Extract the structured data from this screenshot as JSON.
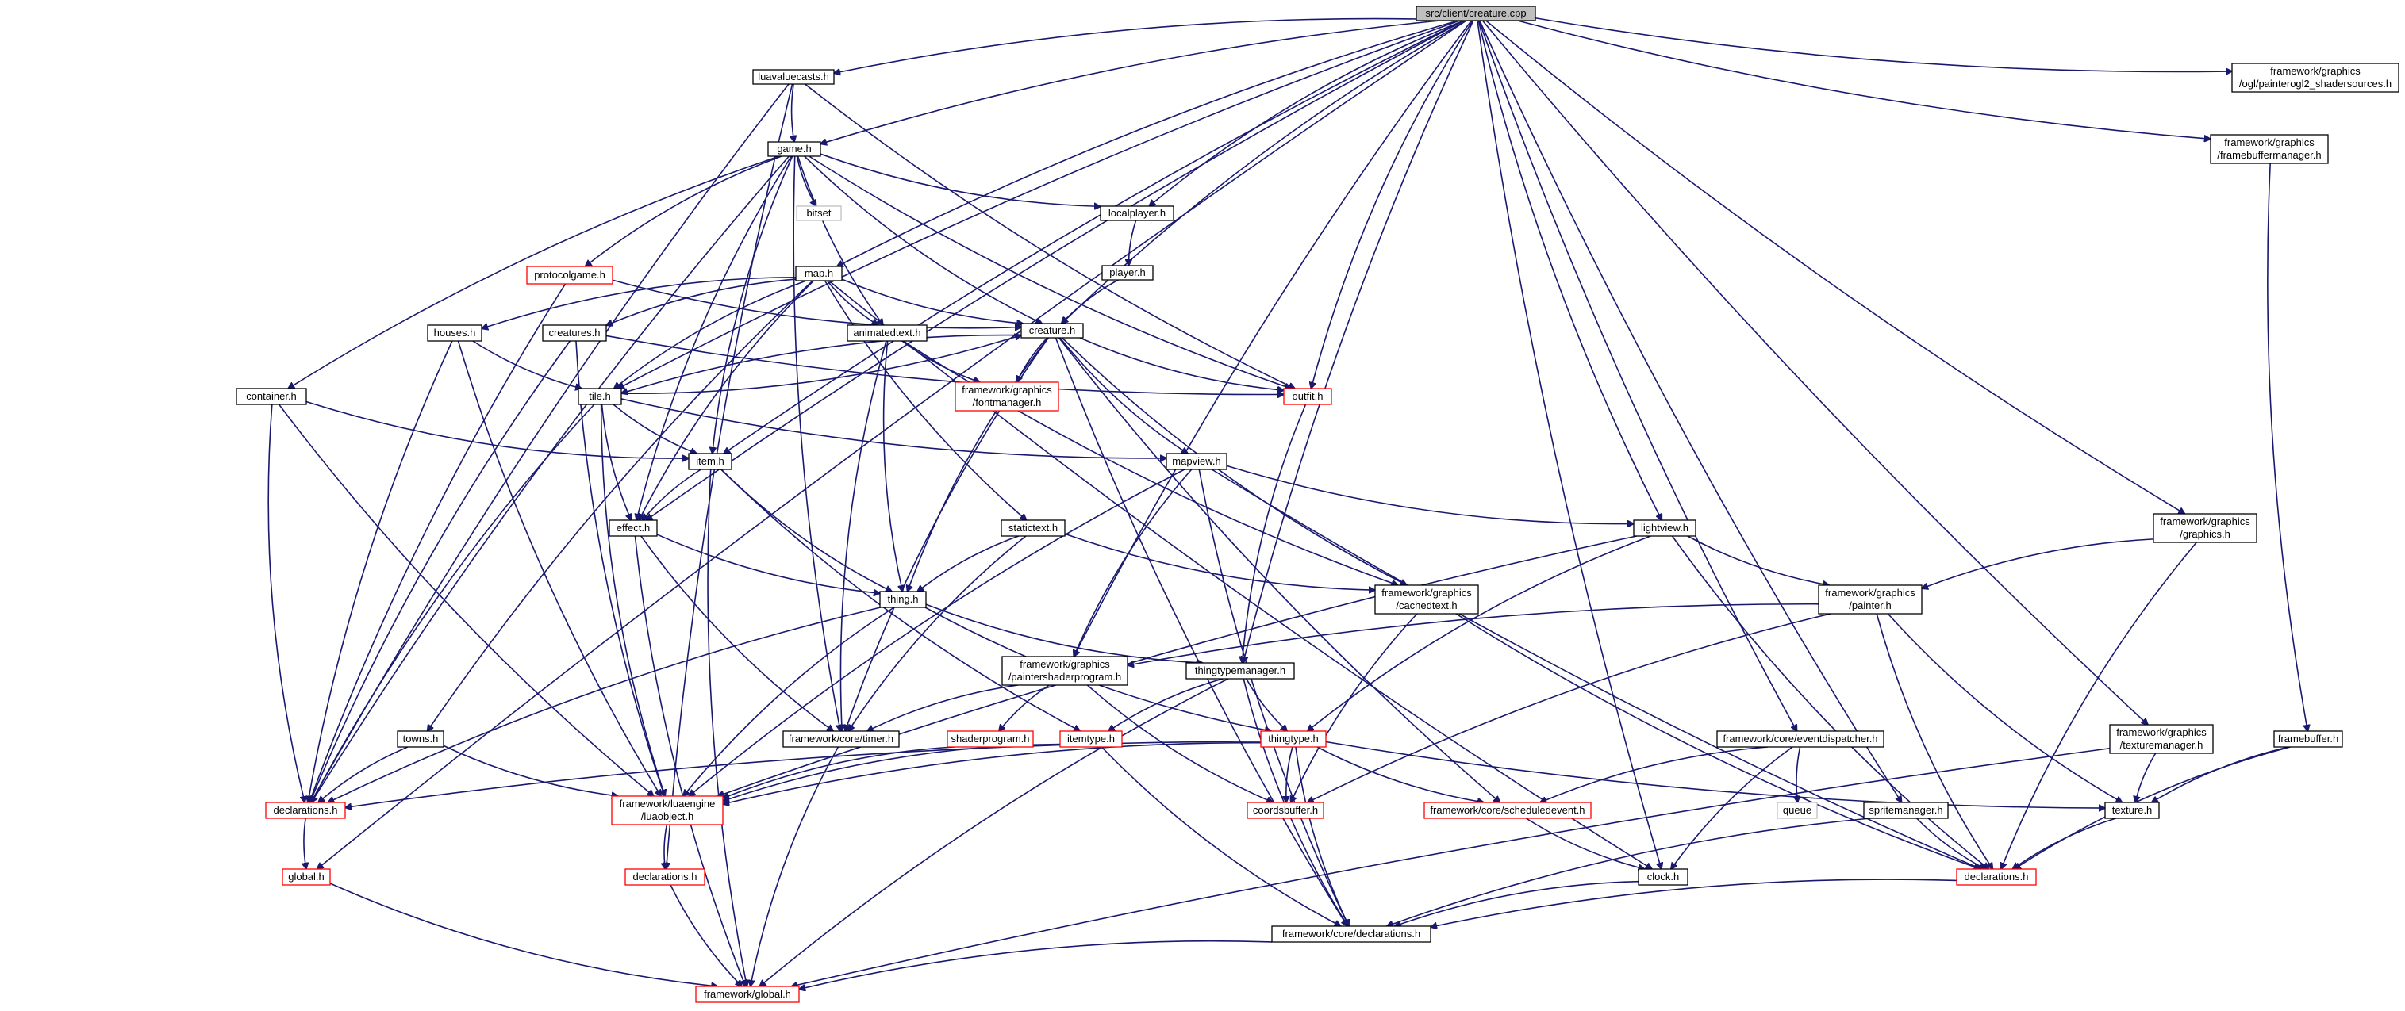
{
  "title": "src/client/creature.cpp",
  "colors": {
    "edge": "#191970",
    "root_fill": "#bfbfbf",
    "documented_border": "#000000",
    "undocumented_border": "#ff0000",
    "system_border": "#bfbfbf",
    "node_fill": "#ffffff"
  },
  "nodes": [
    {
      "id": "root",
      "lines": [
        "src/client/creature.cpp"
      ],
      "style": "root"
    },
    {
      "id": "luavaluecasts",
      "lines": [
        "luavaluecasts.h"
      ],
      "style": "doc"
    },
    {
      "id": "game",
      "lines": [
        "game.h"
      ],
      "style": "doc"
    },
    {
      "id": "bitset",
      "lines": [
        "bitset"
      ],
      "style": "sys"
    },
    {
      "id": "localplayer",
      "lines": [
        "localplayer.h"
      ],
      "style": "doc"
    },
    {
      "id": "player",
      "lines": [
        "player.h"
      ],
      "style": "doc"
    },
    {
      "id": "protocolgame",
      "lines": [
        "protocolgame.h"
      ],
      "style": "red"
    },
    {
      "id": "map",
      "lines": [
        "map.h"
      ],
      "style": "doc"
    },
    {
      "id": "creature",
      "lines": [
        "creature.h"
      ],
      "style": "doc"
    },
    {
      "id": "houses",
      "lines": [
        "houses.h"
      ],
      "style": "doc"
    },
    {
      "id": "creatures",
      "lines": [
        "creatures.h"
      ],
      "style": "doc"
    },
    {
      "id": "animatedtext",
      "lines": [
        "animatedtext.h"
      ],
      "style": "doc"
    },
    {
      "id": "fontmanager",
      "lines": [
        "framework/graphics",
        "/fontmanager.h"
      ],
      "style": "red"
    },
    {
      "id": "outfit",
      "lines": [
        "outfit.h"
      ],
      "style": "red"
    },
    {
      "id": "container",
      "lines": [
        "container.h"
      ],
      "style": "doc"
    },
    {
      "id": "tile",
      "lines": [
        "tile.h"
      ],
      "style": "doc"
    },
    {
      "id": "item",
      "lines": [
        "item.h"
      ],
      "style": "doc"
    },
    {
      "id": "mapview",
      "lines": [
        "mapview.h"
      ],
      "style": "doc"
    },
    {
      "id": "effect",
      "lines": [
        "effect.h"
      ],
      "style": "doc"
    },
    {
      "id": "statictext",
      "lines": [
        "statictext.h"
      ],
      "style": "doc"
    },
    {
      "id": "lightview",
      "lines": [
        "lightview.h"
      ],
      "style": "doc"
    },
    {
      "id": "cachedtext",
      "lines": [
        "framework/graphics",
        "/cachedtext.h"
      ],
      "style": "doc"
    },
    {
      "id": "thing",
      "lines": [
        "thing.h"
      ],
      "style": "doc"
    },
    {
      "id": "painter",
      "lines": [
        "framework/graphics",
        "/painter.h"
      ],
      "style": "doc"
    },
    {
      "id": "graphics",
      "lines": [
        "framework/graphics",
        "/graphics.h"
      ],
      "style": "doc"
    },
    {
      "id": "paintershaderprogram",
      "lines": [
        "framework/graphics",
        "/paintershaderprogram.h"
      ],
      "style": "doc"
    },
    {
      "id": "thingtypemanager",
      "lines": [
        "thingtypemanager.h"
      ],
      "style": "doc"
    },
    {
      "id": "towns",
      "lines": [
        "towns.h"
      ],
      "style": "doc"
    },
    {
      "id": "timer",
      "lines": [
        "framework/core/timer.h"
      ],
      "style": "doc"
    },
    {
      "id": "shaderprogram",
      "lines": [
        "shaderprogram.h"
      ],
      "style": "red"
    },
    {
      "id": "itemtype",
      "lines": [
        "itemtype.h"
      ],
      "style": "red"
    },
    {
      "id": "thingtype",
      "lines": [
        "thingtype.h"
      ],
      "style": "red"
    },
    {
      "id": "eventdispatcher",
      "lines": [
        "framework/core/eventdispatcher.h"
      ],
      "style": "doc"
    },
    {
      "id": "texturemanager",
      "lines": [
        "framework/graphics",
        "/texturemanager.h"
      ],
      "style": "doc"
    },
    {
      "id": "framebuffer",
      "lines": [
        "framebuffer.h"
      ],
      "style": "doc"
    },
    {
      "id": "declarations_client",
      "lines": [
        "declarations.h"
      ],
      "style": "red"
    },
    {
      "id": "luaobject",
      "lines": [
        "framework/luaengine",
        "/luaobject.h"
      ],
      "style": "red"
    },
    {
      "id": "coordsbuffer",
      "lines": [
        "coordsbuffer.h"
      ],
      "style": "red"
    },
    {
      "id": "scheduledevent",
      "lines": [
        "framework/core/scheduledevent.h"
      ],
      "style": "red"
    },
    {
      "id": "queue",
      "lines": [
        "queue"
      ],
      "style": "sys"
    },
    {
      "id": "spritemanager",
      "lines": [
        "spritemanager.h"
      ],
      "style": "doc"
    },
    {
      "id": "texture",
      "lines": [
        "texture.h"
      ],
      "style": "doc"
    },
    {
      "id": "global_client",
      "lines": [
        "global.h"
      ],
      "style": "red"
    },
    {
      "id": "declarations_lua",
      "lines": [
        "declarations.h"
      ],
      "style": "red"
    },
    {
      "id": "clock",
      "lines": [
        "clock.h"
      ],
      "style": "doc"
    },
    {
      "id": "declarations_gfx",
      "lines": [
        "declarations.h"
      ],
      "style": "red"
    },
    {
      "id": "core_declarations",
      "lines": [
        "framework/core/declarations.h"
      ],
      "style": "doc"
    },
    {
      "id": "framework_global",
      "lines": [
        "framework/global.h"
      ],
      "style": "red"
    },
    {
      "id": "shadersources",
      "lines": [
        "framework/graphics",
        "/ogl/painterogl2_shadersources.h"
      ],
      "style": "doc"
    },
    {
      "id": "framebuffermanager",
      "lines": [
        "framework/graphics",
        "/framebuffermanager.h"
      ],
      "style": "doc"
    }
  ],
  "edges": [
    [
      "root",
      "luavaluecasts"
    ],
    [
      "root",
      "game"
    ],
    [
      "root",
      "map"
    ],
    [
      "root",
      "tile"
    ],
    [
      "root",
      "item"
    ],
    [
      "root",
      "effect"
    ],
    [
      "root",
      "creature"
    ],
    [
      "root",
      "localplayer"
    ],
    [
      "root",
      "outfit"
    ],
    [
      "root",
      "paintershaderprogram"
    ],
    [
      "root",
      "thingtypemanager"
    ],
    [
      "root",
      "lightview"
    ],
    [
      "root",
      "clock"
    ],
    [
      "root",
      "eventdispatcher"
    ],
    [
      "root",
      "spritemanager"
    ],
    [
      "root",
      "graphics"
    ],
    [
      "root",
      "texturemanager"
    ],
    [
      "root",
      "framebuffermanager"
    ],
    [
      "root",
      "shadersources"
    ],
    [
      "root",
      "global_client"
    ],
    [
      "luavaluecasts",
      "game"
    ],
    [
      "luavaluecasts",
      "outfit"
    ],
    [
      "luavaluecasts",
      "declarations_lua"
    ],
    [
      "luavaluecasts",
      "declarations_client"
    ],
    [
      "game",
      "bitset"
    ],
    [
      "game",
      "localplayer"
    ],
    [
      "game",
      "protocolgame"
    ],
    [
      "game",
      "creature"
    ],
    [
      "game",
      "animatedtext"
    ],
    [
      "game",
      "item"
    ],
    [
      "game",
      "container"
    ],
    [
      "game",
      "timer"
    ],
    [
      "game",
      "outfit"
    ],
    [
      "game",
      "effect"
    ],
    [
      "game",
      "declarations_client"
    ],
    [
      "localplayer",
      "player"
    ],
    [
      "player",
      "creature"
    ],
    [
      "protocolgame",
      "creature"
    ],
    [
      "protocolgame",
      "declarations_client"
    ],
    [
      "map",
      "creature"
    ],
    [
      "map",
      "houses"
    ],
    [
      "map",
      "creatures"
    ],
    [
      "map",
      "animatedtext"
    ],
    [
      "map",
      "tile"
    ],
    [
      "map",
      "statictext"
    ],
    [
      "map",
      "towns"
    ],
    [
      "map",
      "clock"
    ],
    [
      "map",
      "effect"
    ],
    [
      "creature",
      "tile"
    ],
    [
      "creature",
      "fontmanager"
    ],
    [
      "creature",
      "outfit"
    ],
    [
      "creature",
      "mapview"
    ],
    [
      "creature",
      "cachedtext"
    ],
    [
      "creature",
      "thing"
    ],
    [
      "creature",
      "timer"
    ],
    [
      "creature",
      "scheduledevent"
    ],
    [
      "creature",
      "core_declarations"
    ],
    [
      "houses",
      "tile"
    ],
    [
      "houses",
      "luaobject"
    ],
    [
      "houses",
      "declarations_client"
    ],
    [
      "creatures",
      "outfit"
    ],
    [
      "creatures",
      "luaobject"
    ],
    [
      "creatures",
      "declarations_client"
    ],
    [
      "animatedtext",
      "fontmanager"
    ],
    [
      "animatedtext",
      "thing"
    ],
    [
      "animatedtext",
      "cachedtext"
    ],
    [
      "animatedtext",
      "timer"
    ],
    [
      "outfit",
      "thingtypemanager"
    ],
    [
      "container",
      "item"
    ],
    [
      "container",
      "declarations_client"
    ],
    [
      "container",
      "luaobject"
    ],
    [
      "tile",
      "creature"
    ],
    [
      "tile",
      "item"
    ],
    [
      "tile",
      "effect"
    ],
    [
      "tile",
      "mapview"
    ],
    [
      "tile",
      "luaobject"
    ],
    [
      "tile",
      "declarations_client"
    ],
    [
      "item",
      "effect"
    ],
    [
      "item",
      "thing"
    ],
    [
      "item",
      "itemtype"
    ],
    [
      "item",
      "framework_global"
    ],
    [
      "mapview",
      "lightview"
    ],
    [
      "mapview",
      "paintershaderprogram"
    ],
    [
      "mapview",
      "luaobject"
    ],
    [
      "mapview",
      "core_declarations"
    ],
    [
      "mapview",
      "declarations_gfx"
    ],
    [
      "effect",
      "thing"
    ],
    [
      "effect",
      "timer"
    ],
    [
      "effect",
      "framework_global"
    ],
    [
      "statictext",
      "thing"
    ],
    [
      "statictext",
      "cachedtext"
    ],
    [
      "statictext",
      "timer"
    ],
    [
      "lightview",
      "painter"
    ],
    [
      "lightview",
      "thingtype"
    ],
    [
      "lightview",
      "declarations_gfx"
    ],
    [
      "lightview",
      "luaobject"
    ],
    [
      "cachedtext",
      "coordsbuffer"
    ],
    [
      "cachedtext",
      "declarations_gfx"
    ],
    [
      "thing",
      "thingtypemanager"
    ],
    [
      "thing",
      "thingtype"
    ],
    [
      "thing",
      "luaobject"
    ],
    [
      "thing",
      "declarations_client"
    ],
    [
      "painter",
      "paintershaderprogram"
    ],
    [
      "painter",
      "texture"
    ],
    [
      "painter",
      "coordsbuffer"
    ],
    [
      "painter",
      "declarations_gfx"
    ],
    [
      "graphics",
      "painter"
    ],
    [
      "graphics",
      "declarations_gfx"
    ],
    [
      "paintershaderprogram",
      "shaderprogram"
    ],
    [
      "paintershaderprogram",
      "coordsbuffer"
    ],
    [
      "paintershaderprogram",
      "timer"
    ],
    [
      "thingtypemanager",
      "thingtype"
    ],
    [
      "thingtypemanager",
      "itemtype"
    ],
    [
      "thingtypemanager",
      "core_declarations"
    ],
    [
      "thingtypemanager",
      "framework_global"
    ],
    [
      "towns",
      "luaobject"
    ],
    [
      "towns",
      "declarations_client"
    ],
    [
      "timer",
      "framework_global"
    ],
    [
      "shaderprogram",
      "luaobject"
    ],
    [
      "itemtype",
      "luaobject"
    ],
    [
      "itemtype",
      "core_declarations"
    ],
    [
      "thingtype",
      "coordsbuffer"
    ],
    [
      "thingtype",
      "scheduledevent"
    ],
    [
      "thingtype",
      "texture"
    ],
    [
      "thingtype",
      "luaobject"
    ],
    [
      "thingtype",
      "declarations_client"
    ],
    [
      "thingtype",
      "core_declarations"
    ],
    [
      "eventdispatcher",
      "scheduledevent"
    ],
    [
      "eventdispatcher",
      "queue"
    ],
    [
      "eventdispatcher",
      "clock"
    ],
    [
      "texturemanager",
      "texture"
    ],
    [
      "texturemanager",
      "framework_global"
    ],
    [
      "framebuffer",
      "texture"
    ],
    [
      "framebuffer",
      "declarations_gfx"
    ],
    [
      "framebuffermanager",
      "framebuffer"
    ],
    [
      "declarations_client",
      "global_client"
    ],
    [
      "luaobject",
      "declarations_lua"
    ],
    [
      "scheduledevent",
      "clock"
    ],
    [
      "spritemanager",
      "declarations_gfx"
    ],
    [
      "spritemanager",
      "core_declarations"
    ],
    [
      "texture",
      "declarations_gfx"
    ],
    [
      "global_client",
      "framework_global"
    ],
    [
      "declarations_lua",
      "framework_global"
    ],
    [
      "clock",
      "core_declarations"
    ],
    [
      "declarations_gfx",
      "core_declarations"
    ],
    [
      "core_declarations",
      "framework_global"
    ]
  ]
}
